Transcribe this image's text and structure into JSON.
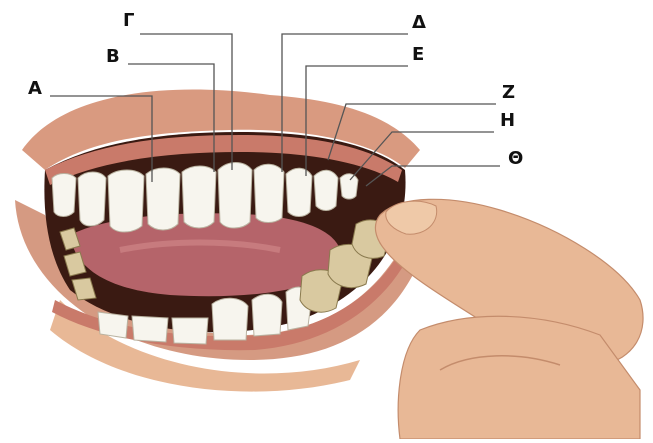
{
  "labels": {
    "A": "Α",
    "B": "Β",
    "G": "Γ",
    "D": "Δ",
    "E": "Ε",
    "Z": "Ζ",
    "H": "Η",
    "Th": "Θ"
  },
  "colors": {
    "leader_line": "#555555",
    "tooth": "#f7f5ee",
    "gum": "#c97a6a",
    "lip": "#d99a80",
    "skin": "#e8b896",
    "tongue": "#b5646a",
    "mouth_dark": "#3a1a12",
    "molar": "#d9c9a0"
  }
}
